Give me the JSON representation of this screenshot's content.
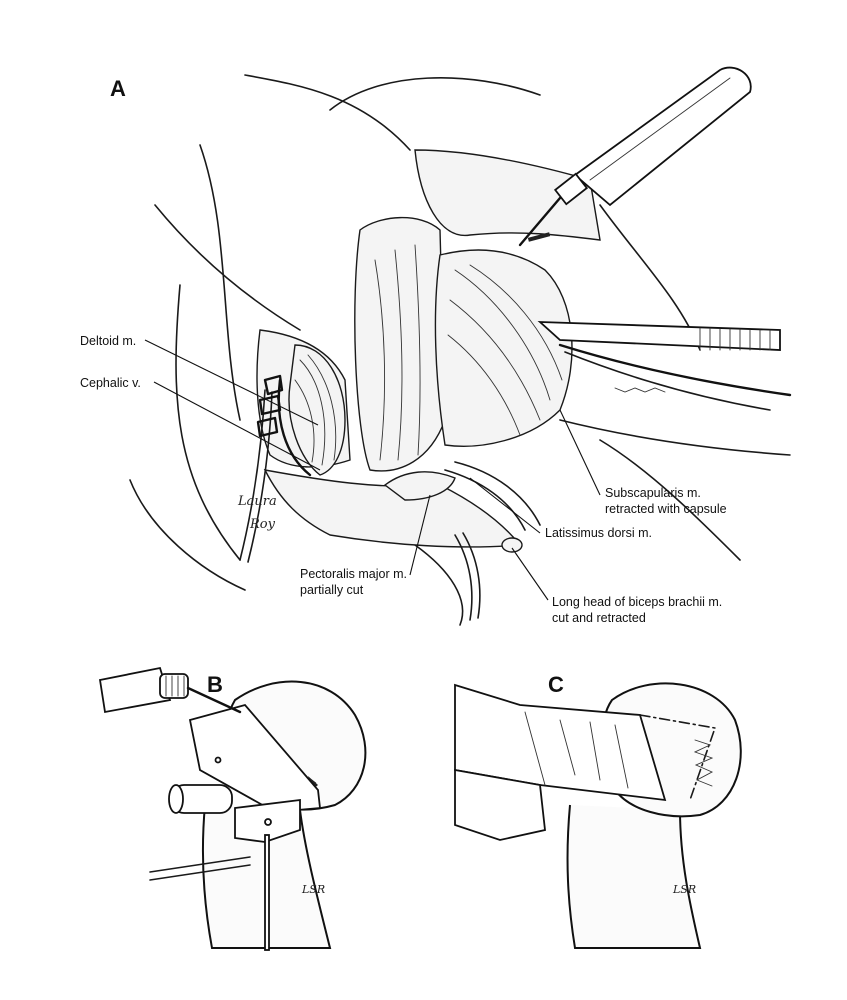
{
  "panels": {
    "a": {
      "letter": "A"
    },
    "b": {
      "letter": "B"
    },
    "c": {
      "letter": "C"
    }
  },
  "labels": {
    "deltoid": "Deltoid m.",
    "cephalic": "Cephalic v.",
    "subscap_line1": "Subscapularis m.",
    "subscap_line2": "retracted with capsule",
    "latissimus": "Latissimus dorsi m.",
    "pectoralis_line1": "Pectoralis major m.",
    "pectoralis_line2": "partially cut",
    "biceps_line1": "Long head of biceps brachii m.",
    "biceps_line2": "cut and retracted"
  },
  "signatures": {
    "artist_line1": "Laura",
    "artist_line2": "Roy",
    "initials_b": "LSR",
    "initials_c": "LSR"
  }
}
